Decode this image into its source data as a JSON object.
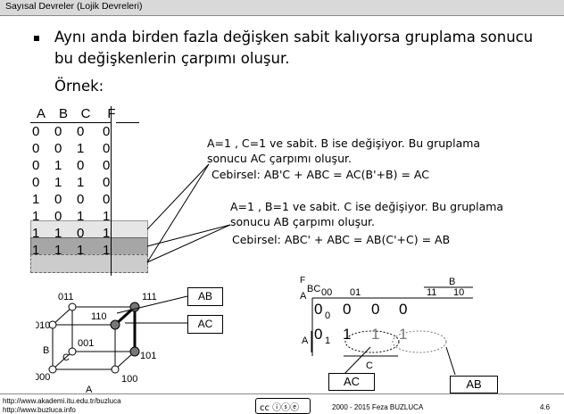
{
  "header": {
    "title": "Sayısal Devreler (Lojik Devreleri)"
  },
  "bullet": {
    "line1": "Aynı anda birden fazla değişken sabit kalıyorsa gruplama sonucu",
    "line2": "bu değişkenlerin çarpımı oluşur."
  },
  "example_label": "Örnek:",
  "truth_table": {
    "headers": [
      "A",
      "B",
      "C",
      "F"
    ],
    "rows": [
      [
        "0",
        "0",
        "0",
        "0"
      ],
      [
        "0",
        "0",
        "1",
        "0"
      ],
      [
        "0",
        "1",
        "0",
        "0"
      ],
      [
        "0",
        "1",
        "1",
        "0"
      ],
      [
        "1",
        "0",
        "0",
        "0"
      ],
      [
        "1",
        "0",
        "1",
        "1"
      ],
      [
        "1",
        "1",
        "0",
        "1"
      ],
      [
        "1",
        "1",
        "1",
        "1"
      ]
    ]
  },
  "note1": {
    "line1": "A=1 , C=1 ve sabit. B ise değişiyor. Bu gruplama",
    "line2": "sonucu AC çarpımı oluşur.",
    "line3": "Cebirsel:  AB'C + ABC = AC(B'+B) = AC"
  },
  "note2": {
    "line1": "A=1 , B=1 ve sabit. C ise değişiyor. Bu gruplama",
    "line2": "sonucu AB çarpımı oluşur.",
    "line3": "Cebirsel:  ABC' + ABC = AB(C'+C) = AB"
  },
  "cube": {
    "labels": [
      "011",
      "111",
      "010",
      "110",
      "001",
      "000",
      "101",
      "100"
    ],
    "axis_a": "A",
    "axis_b": "B",
    "axis_c": "C",
    "box_ab": "AB",
    "box_ac": "AC"
  },
  "kmap": {
    "corner_f": "F",
    "corner_bc": "BC",
    "corner_a": "A",
    "col_headers": [
      "00",
      "01",
      "11",
      "10"
    ],
    "row_headers": [
      "0",
      "1"
    ],
    "top_label": "B",
    "left_label": "A",
    "bottom_label": "C",
    "row0": [
      "0",
      "0",
      "0",
      "0"
    ],
    "row1": [
      "0",
      "1",
      "1",
      "1"
    ],
    "box_ac": "AC",
    "box_ab": "AB"
  },
  "footer": {
    "url1": "http://www.akademi.itu.edu.tr/buzluca",
    "url2": "http://www.buzluca.info",
    "copyright": "2000 - 2015 Feza BUZLUCA",
    "page": "4.6",
    "cc_text": "cc ⓘⓢⓔ"
  },
  "colors": {
    "header_bg": "#d9d9d9",
    "row_light": "#e6e6e6",
    "row_dark": "#a6a6a6",
    "row_mid": "#cccccc"
  }
}
